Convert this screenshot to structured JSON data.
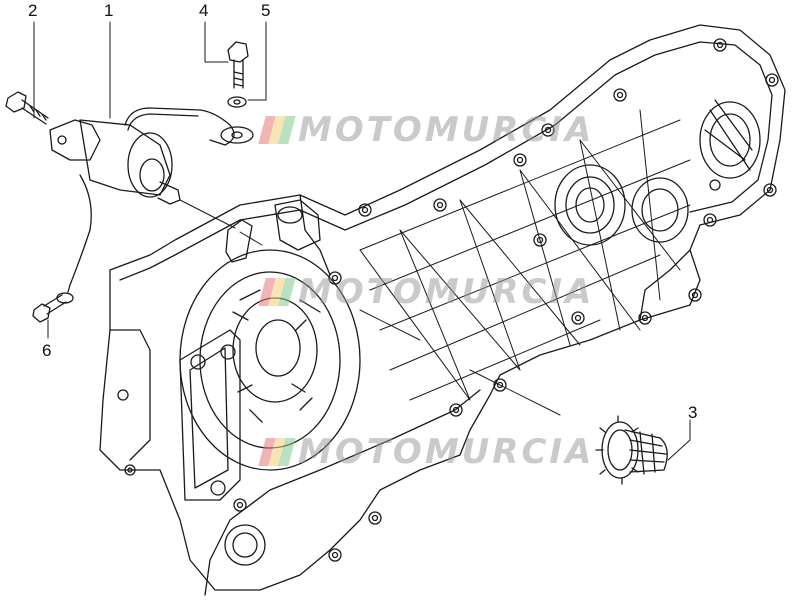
{
  "callouts": [
    {
      "id": "c1",
      "label": "1"
    },
    {
      "id": "c2",
      "label": "2"
    },
    {
      "id": "c3",
      "label": "3"
    },
    {
      "id": "c4",
      "label": "4"
    },
    {
      "id": "c5",
      "label": "5"
    },
    {
      "id": "c6",
      "label": "6"
    }
  ],
  "watermark": {
    "text": "MOTOMURCIA"
  },
  "colors": {
    "line": "#1a1a1a",
    "background": "#ffffff",
    "watermark": "#9a9a9a"
  }
}
